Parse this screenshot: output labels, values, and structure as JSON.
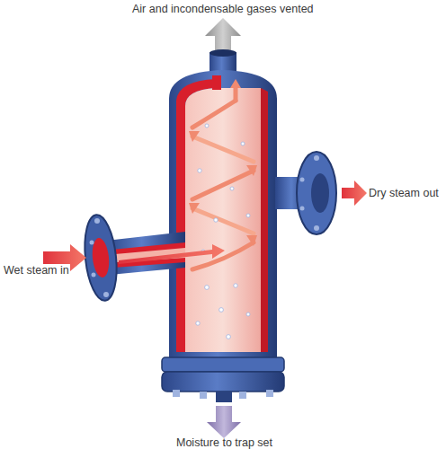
{
  "diagram": {
    "labels": [
      "Air and incondensable gases vented",
      "Wet steam in",
      "Dry steam out",
      "Moisture to trap set"
    ]
  }
}
